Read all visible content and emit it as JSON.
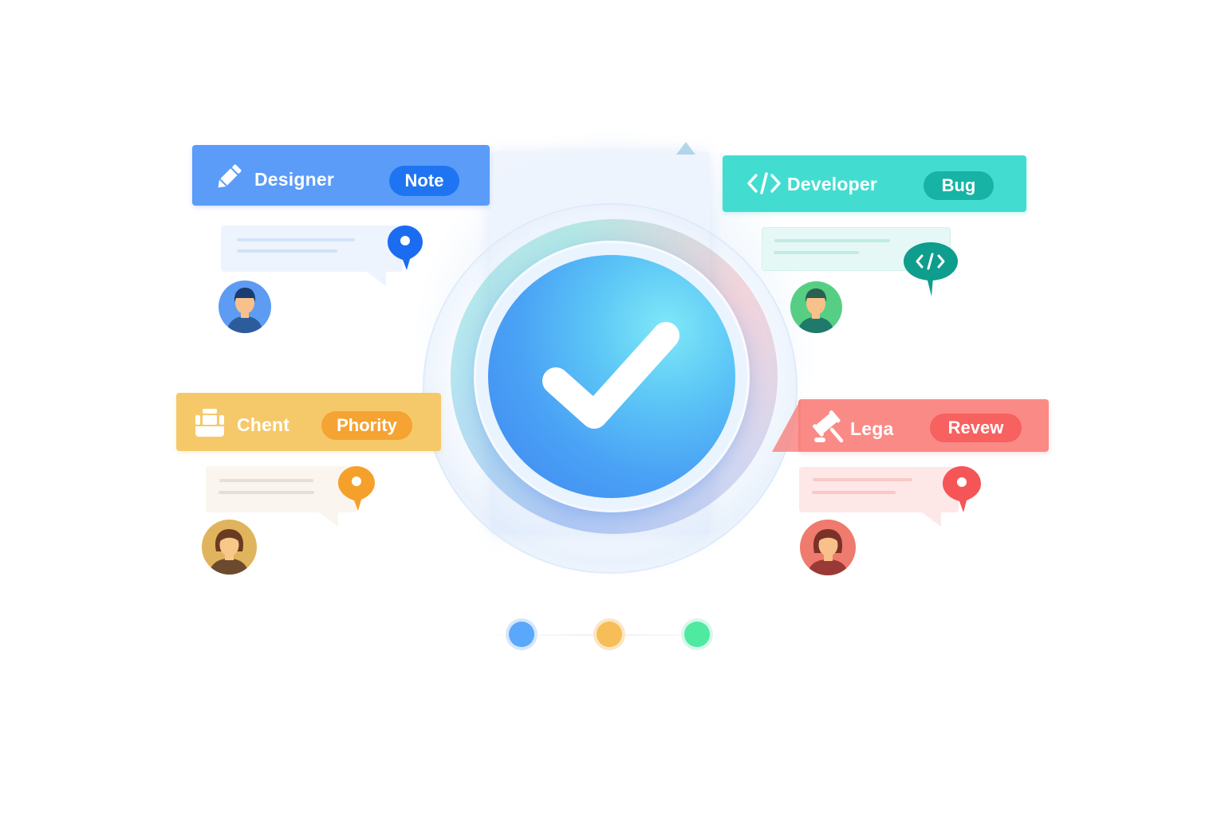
{
  "illustration": {
    "center": {
      "icon": "check-icon",
      "colors": {
        "core_start": "#7fe8f8",
        "core_end": "#3f86f0"
      }
    },
    "cards": [
      {
        "role": "Designer",
        "tag": "Note",
        "header_icon": "pencil-icon",
        "pin_icon": "location-pin-icon",
        "avatar": "male-avatar",
        "colors": {
          "header": "#5a9cf8",
          "tag": "#1f74f2",
          "bubble": "#eef4fd",
          "line": "#d3e2f8",
          "pin": "#1c6cf2",
          "avatar_bg": "#5d9cf2"
        }
      },
      {
        "role": "Developer",
        "tag": "Bug",
        "header_icon": "code-icon",
        "pin_icon": "code-bubble-icon",
        "avatar": "male-avatar",
        "colors": {
          "header": "#42ddd0",
          "tag": "#17b3a5",
          "bubble": "#e6f8f5",
          "line": "#bfece4",
          "pin": "#0f9d8d",
          "avatar_bg": "#56cf84"
        }
      },
      {
        "role": "Chent",
        "tag": "Phority",
        "header_icon": "briefcase-icon",
        "pin_icon": "location-pin-icon",
        "avatar": "female-avatar",
        "colors": {
          "header": "#f5c96a",
          "tag": "#f5a332",
          "bubble": "#faf5ee",
          "line": "#e3e0dc",
          "pin": "#f6a02c",
          "avatar_bg": "#e0b45c"
        }
      },
      {
        "role": "Lega",
        "tag": "Revew",
        "header_icon": "gavel-icon",
        "pin_icon": "location-pin-icon",
        "avatar": "female-avatar",
        "colors": {
          "header": "#fa8a86",
          "tag": "#f7615f",
          "bubble": "#fde8e7",
          "line": "#f8c9c8",
          "pin": "#f55556",
          "avatar_bg": "#ef7a6e"
        }
      }
    ],
    "status_dots": [
      {
        "name": "blue",
        "color": "#5aa8fb",
        "ring": "#d6e6fb"
      },
      {
        "name": "orange",
        "color": "#f7bd58",
        "ring": "#fbe6c4"
      },
      {
        "name": "green",
        "color": "#4eeaa0",
        "ring": "#d8f6ec"
      }
    ]
  }
}
